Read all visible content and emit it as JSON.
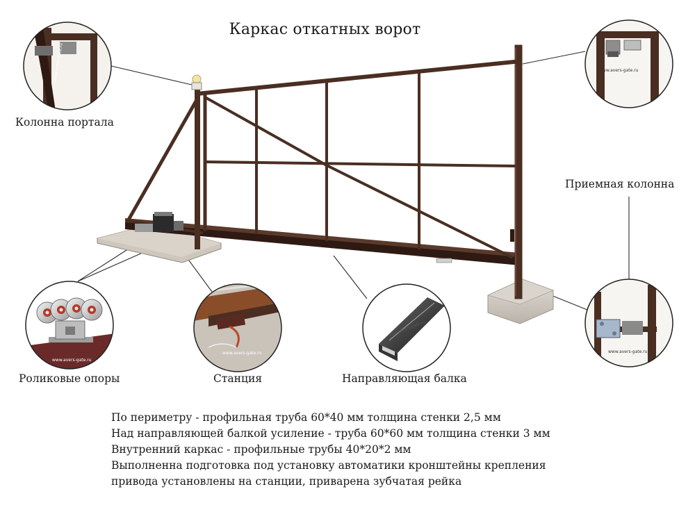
{
  "title": "Каркас откатных ворот",
  "labels": {
    "portal_column": "Колонна портала",
    "receiving_column": "Приемная колонна",
    "roller_supports": "Роликовые опоры",
    "station": "Станция",
    "guide_beam": "Направляющая балка"
  },
  "watermark": "www.avers-gate.ru",
  "description": [
    "По периметру - профильная труба 60*40 мм толщина стенки 2,5 мм",
    "Над направляющей балкой усиление - труба 60*60 мм толщина стенки 3 мм",
    "Внутренний каркас - профильные трубы 40*20*2 мм",
    "Выполненна подготовка под установку автоматики кронштейны крепления",
    "привода установлены на станции, приварена зубчатая рейка"
  ],
  "colors": {
    "frame": "#4a2e22",
    "frame_dark": "#2e1a12",
    "concrete": "#cfcac2",
    "leader": "#2a2a2a"
  }
}
